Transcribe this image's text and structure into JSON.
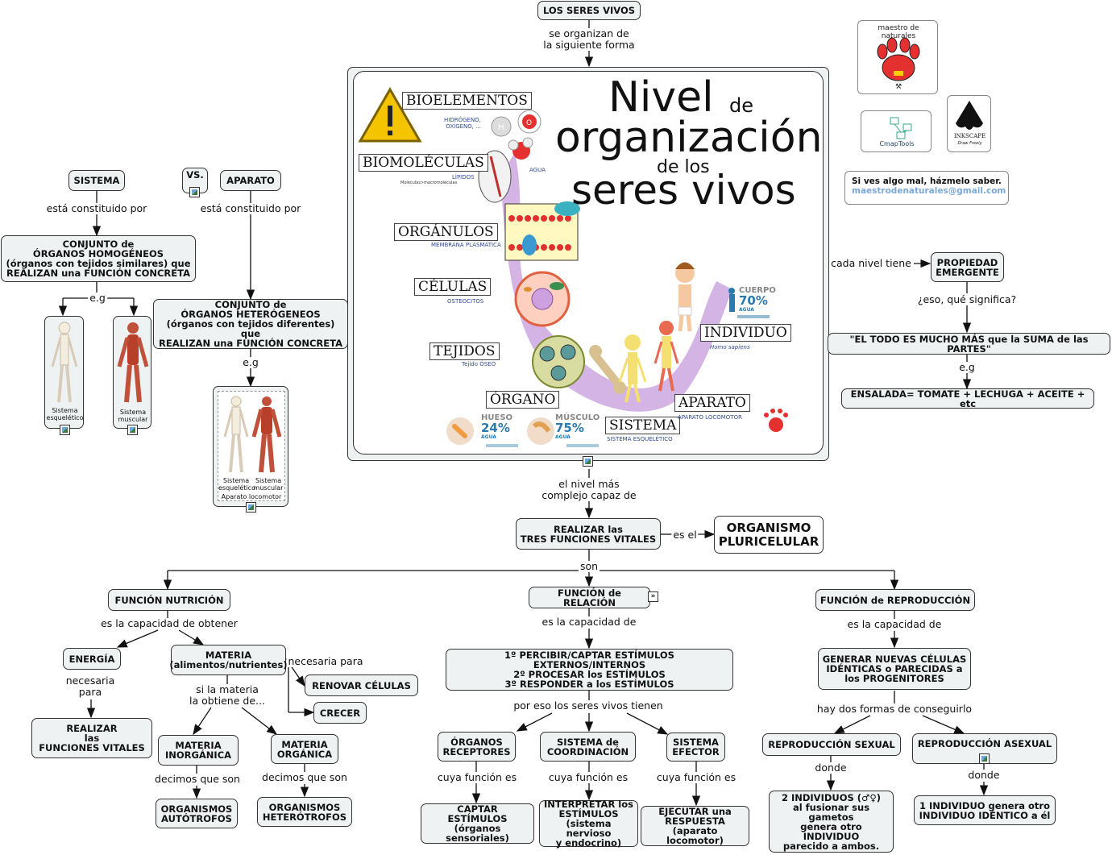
{
  "root": "LOS SERES VIVOS",
  "root_link": "se organizan de\nla siguiente forma",
  "poster": {
    "title_line1": "Nivel",
    "title_de1": "de",
    "title_line2": "organización",
    "title_de2": "de los",
    "title_line3": "seres vivos",
    "stages": {
      "bioelementos": "BIOELEMENTOS",
      "biomoleculas": "BIOMOLÉCULAS",
      "organulos": "ORGÁNULOS",
      "celulas": "CÉLULAS",
      "tejidos": "TEJIDOS",
      "organo": "ÓRGANO",
      "sistema": "SISTEMA",
      "aparato": "APARATO",
      "individuo": "INDIVIDUO"
    },
    "subs": {
      "bio": "HIDRÓGENO,\nOXÍGENO, ...",
      "lipidos": "LÍPIDOS",
      "moleculas": "Moléculas>macromoléculas",
      "agua": "AGUA",
      "membrana": "MEMBRANA PLASMÁTICA",
      "osteocitos": "OSTEOCITOS",
      "tejido_oseo": "Tejido ÓSEO",
      "sistema_esq": "SISTEMA ESQUELÉTICO",
      "aparato_loc": "APARATO LOCOMOTOR",
      "homo": "Homo sapiens"
    },
    "stats": [
      {
        "label": "HUESO",
        "value": "24%",
        "unit": "AGUA"
      },
      {
        "label": "MÚSCULO",
        "value": "75%",
        "unit": "AGUA"
      },
      {
        "label": "CUERPO",
        "value": "70%",
        "unit": "AGUA"
      }
    ]
  },
  "logos": {
    "maestro": "maestro de naturales",
    "cmap": "CmapTools",
    "inkscape": "INKSCAPE",
    "inkscape_tag": "Draw Freely"
  },
  "note": {
    "line1": "Si ves algo mal, házmelo saber.",
    "email": "maestrodenaturales@gmail.com"
  },
  "left": {
    "sistema": "SISTEMA",
    "vs": "VS.",
    "aparato": "APARATO",
    "link_sistema": "está constituido por",
    "link_aparato": "está constituido por",
    "homogeneos": "CONJUNTO de\nÓRGANOS HOMOGÉNEOS\n(órganos con tejidos similares) que\nREALIZAN una FUNCIÓN CONCRETA",
    "heterogeneos": "CONJUNTO de\nÓRGANOS HETERÓGENEOS\n(órganos con tejidos diferentes) que\nREALIZAN una FUNCIÓN CONCRETA",
    "eg1": "e.g",
    "eg2": "e.g",
    "img_esq": "Sistema\nesquelético",
    "img_mus": "Sistema\nmuscular",
    "img_ap_esq": "Sistema\nesquelético",
    "img_ap_mus": "Sistema\nmuscular",
    "img_ap": "Aparato locomotor"
  },
  "right": {
    "link_cada": "cada nivel tiene",
    "propiedad": "PROPIEDAD\nEMERGENTE",
    "link_que": "¿eso, qué significa?",
    "todo": "\"EL TODO ES MUCHO MÁS que la SUMA de las PARTES\"",
    "eg": "e.g",
    "ensalada": "ENSALADA= TOMATE + LECHUGA + ACEITE + etc"
  },
  "center": {
    "link_complejo": "el nivel más\ncomplejo capaz de",
    "realizar": "REALIZAR las\nTRES FUNCIONES VITALES",
    "link_es_el": "es el",
    "organismo": "ORGANISMO\nPLURICELULAR",
    "link_son": "son"
  },
  "nutricion": {
    "title": "FUNCIÓN NUTRICIÓN",
    "link": "es la capacidad de obtener",
    "energia": "ENERGÍA",
    "materia": "MATERIA\n(alimentos/nutrientes)",
    "link_necesaria": "necesaria\npara",
    "realizar": "REALIZAR\nlas\nFUNCIONES VITALES",
    "link_necesaria2": "necesaria para",
    "renovar": "RENOVAR CÉLULAS",
    "crecer": "CRECER",
    "link_si": "si la materia\nla obtiene de...",
    "inorganica": "MATERIA\nINORGÁNICA",
    "organica": "MATERIA\nORGÁNICA",
    "link_dec1": "decimos que son",
    "link_dec2": "decimos que son",
    "autotrofos": "ORGANISMOS\nAUTÓTROFOS",
    "heterotrofos": "ORGANISMOS\nHETERÓTROFOS"
  },
  "relacion": {
    "title": "FUNCIÓN de RELACIÓN",
    "link": "es la capacidad de",
    "estimulos": "1º PERCIBIR/CAPTAR ESTÍMULOS EXTERNOS/INTERNOS\n2º PROCESAR los ESTÍMULOS\n3º RESPONDER a los ESTÍMULOS",
    "link_tienen": "por eso los seres vivos tienen",
    "receptores": "ÓRGANOS\nRECEPTORES",
    "coordinacion": "SISTEMA de\nCOORDINACIÓN",
    "efector": "SISTEMA\nEFECTOR",
    "link_f1": "cuya función es",
    "link_f2": "cuya función es",
    "link_f3": "cuya función es",
    "captar": "CAPTAR\nESTÍMULOS\n(órganos sensoriales)",
    "interpretar": "INTERPRETAR los\nESTÍMULOS\n(sistema nervioso\ny endocrino)",
    "ejecutar": "EJECUTAR una\nRESPUESTA\n(aparato locomotor)"
  },
  "reproduccion": {
    "title": "FUNCIÓN de REPRODUCCIÓN",
    "link": "es la capacidad de",
    "generar": "GENERAR NUEVAS CÉLULAS\nIDÉNTICAS o PARECIDAS a\nlos PROGENITORES",
    "link_formas": "hay dos formas de conseguirlo",
    "sexual": "REPRODUCCIÓN SEXUAL",
    "asexual": "REPRODUCCIÓN ASEXUAL",
    "link_d1": "donde",
    "link_d2": "donde",
    "dos": "2 INDIVIDUOS (♂♀)\nal fusionar sus gametos\ngenera otro\nINDIVIDUO\nparecido a ambos.",
    "uno": "1 INDIVIDUO genera otro\nINDIVIDUO IDÉNTICO a él"
  }
}
